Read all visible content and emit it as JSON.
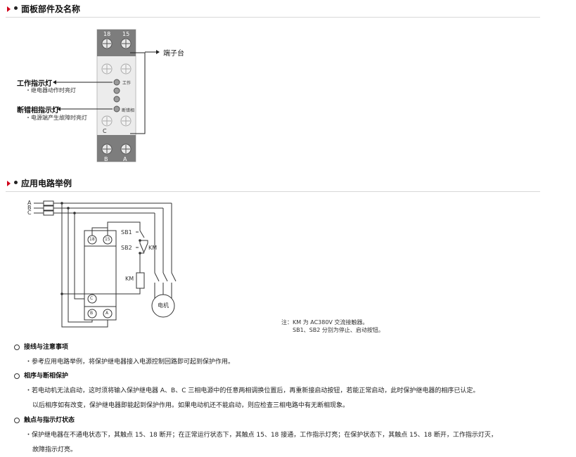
{
  "section1": {
    "title": "面板部件及名称"
  },
  "panel": {
    "top_terminals": [
      "18",
      "15"
    ],
    "bottom_terminals": [
      "B",
      "A"
    ],
    "mid_label": "C",
    "led_work_text": "工作",
    "led_phase_text": "断错相",
    "terminal_block_label": "端子台",
    "work_led_label": "工作指示灯",
    "work_led_desc": "・继电器动作时亮灯",
    "phase_led_label": "断错相指示灯",
    "phase_led_desc": "・电源端产生故障时亮灯"
  },
  "section2": {
    "title": "应用电路举例"
  },
  "circuit": {
    "phases": [
      "A",
      "B",
      "C"
    ],
    "terms": [
      "18",
      "15",
      "C",
      "B",
      "A"
    ],
    "sb1": "SB1",
    "sb2": "SB2",
    "km_contact": "KM",
    "km_coil": "KM",
    "motor": "电机",
    "note_line1": "注：KM 为 AC380V 交流接触器。",
    "note_line2": "SB1、SB2 分别为停止、启动按钮。"
  },
  "sections": [
    {
      "heading": "接线与注意事项",
      "lines": [
        "・参考应用电路举例，将保护继电器接入电源控制回路即可起到保护作用。"
      ]
    },
    {
      "heading": "相序与断相保护",
      "lines": [
        "・若电动机无法启动，这时须将输入保护继电器 A、B、C 三相电源中的任意两相调换位置后，再重新接启动按钮，若能正常启动，此时保护继电器的相序已认定。",
        "以后相序如有改变，保护继电器即能起到保护作用。如果电动机还不能启动，则应检查三相电路中有无断相现象。"
      ]
    },
    {
      "heading": "触点与指示灯状态",
      "lines": [
        "・保护继电器在不通电状态下，其触点 15、18 断开；在正常运行状态下，其触点 15、18 接通，工作指示灯亮；在保护状态下，其触点 15、18 断开，工作指示灯灭，",
        "故障指示灯亮。"
      ]
    }
  ]
}
